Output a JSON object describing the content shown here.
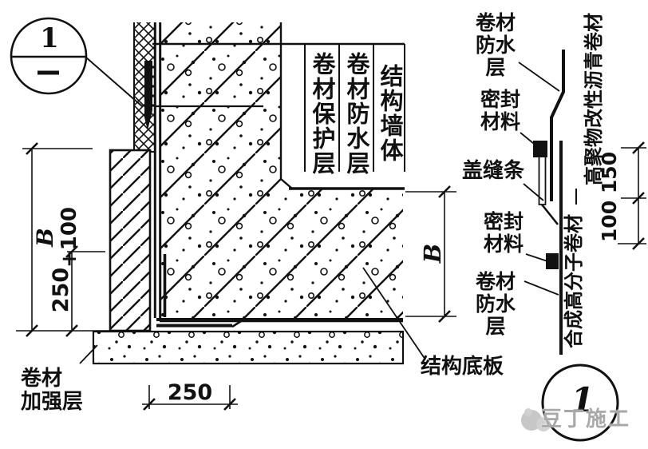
{
  "callouts": {
    "top_number": "1",
    "bottom_number": "1"
  },
  "wall_layers": {
    "protection": "卷材保护层",
    "waterproof": "卷材防水层",
    "wall": "结构墙体"
  },
  "dims": {
    "wall_height_var": "B",
    "wall_height_offset": "+100",
    "upstand": "250",
    "lap_bottom": "250",
    "slab_depth": "B",
    "lap_modified": "150",
    "lap_synthetic": "100"
  },
  "labels": {
    "reinforce": "卷材\n加强层",
    "slab": "结构底板"
  },
  "detail": {
    "membrane_top": "卷材\n防水层",
    "sealant_top": "密封\n材料",
    "cover_strip": "盖缝条",
    "sealant_bottom": "密封\n材料",
    "membrane_bottom": "卷材\n防水层",
    "type_modified": "高聚物改性沥青卷材",
    "type_synthetic": "合成高分子卷材"
  },
  "watermark": "豆丁施工",
  "colors": {
    "ink": "#111111",
    "paper": "#ffffff",
    "watermark": "#a8a8a8"
  }
}
